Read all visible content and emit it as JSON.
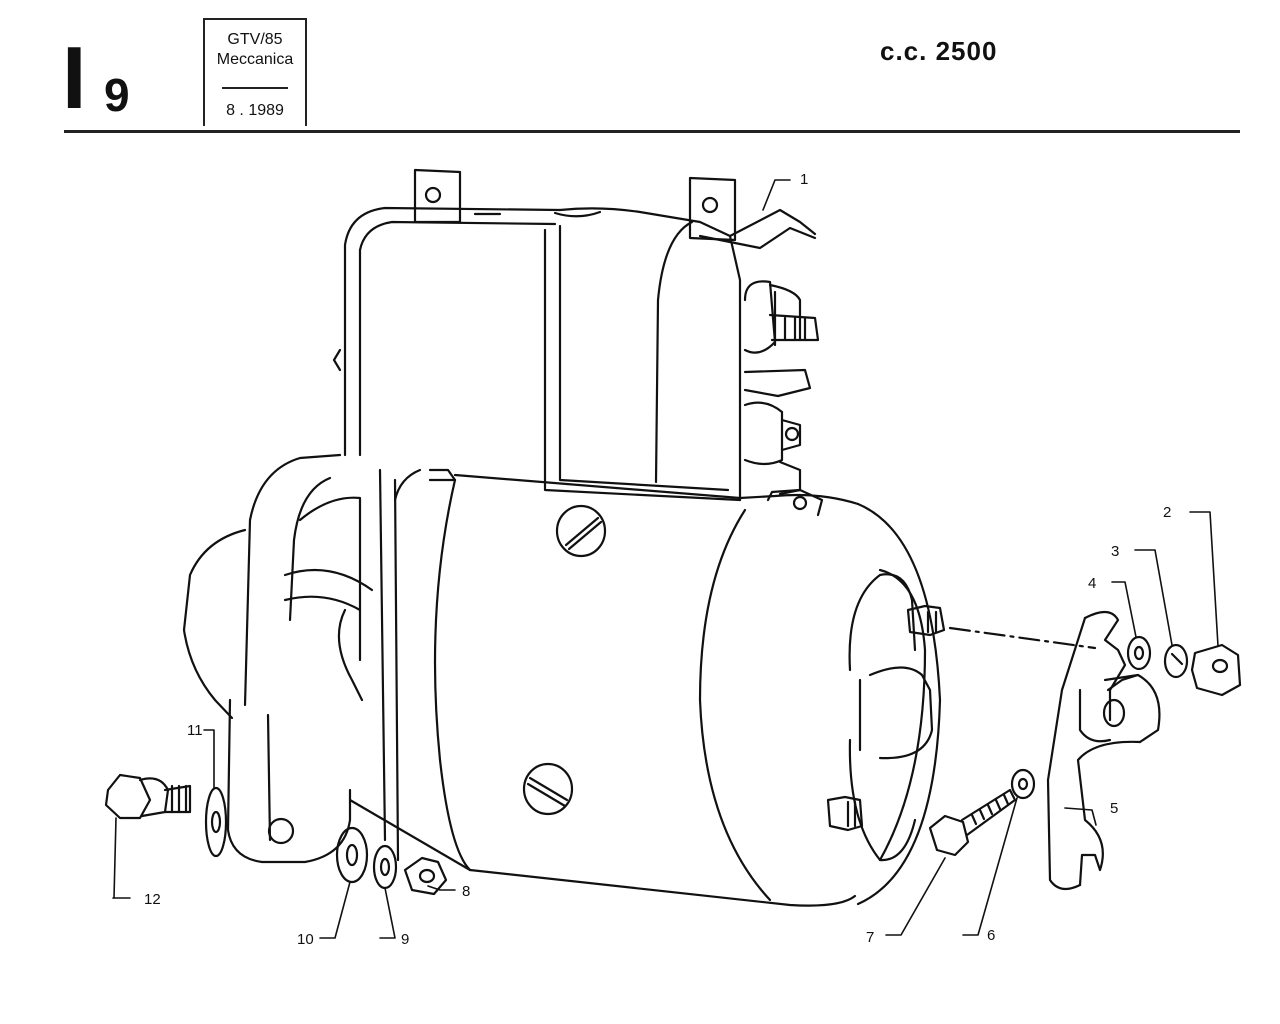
{
  "header": {
    "section_letter": "I",
    "section_number": "9",
    "model": "GTV/85",
    "group": "Meccanica",
    "date": "8 . 1989",
    "displacement": "c.c. 2500"
  },
  "callouts": [
    "1",
    "2",
    "3",
    "4",
    "5",
    "6",
    "7",
    "8",
    "9",
    "10",
    "11",
    "12"
  ]
}
